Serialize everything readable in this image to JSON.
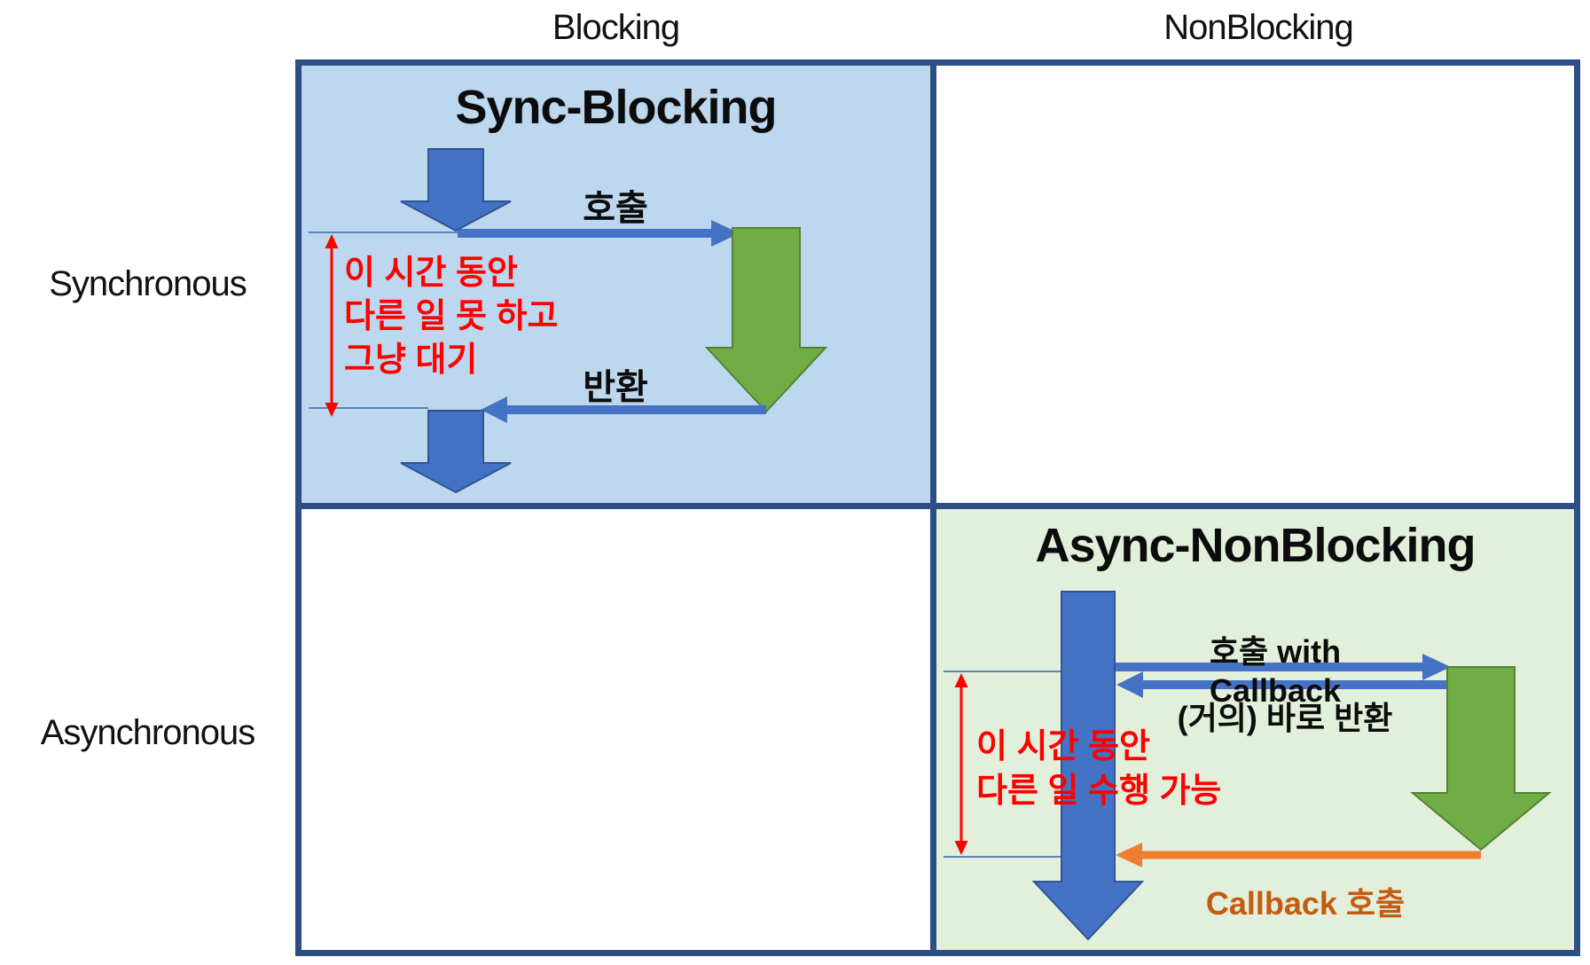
{
  "matrix": {
    "col_headers": [
      {
        "label": "Blocking"
      },
      {
        "label": "NonBlocking"
      }
    ],
    "row_headers": [
      {
        "label": "Synchronous"
      },
      {
        "label": "Asynchronous"
      }
    ]
  },
  "sync_blocking": {
    "title": "Sync-Blocking",
    "call_label": "호출",
    "return_label": "반환",
    "note_line1": "이 시간 동안",
    "note_line2": "다른 일 못 하고",
    "note_line3": "그냥 대기"
  },
  "async_nonblocking": {
    "title": "Async-NonBlocking",
    "call_label": "호출 with Callback",
    "return_label": "(거의) 바로 반환",
    "note_line1": "이 시간 동안",
    "note_line2": "다른 일 수행 가능",
    "callback_label": "Callback 호출"
  },
  "colors": {
    "cell_blue_bg": "#BDD7EE",
    "cell_green_bg": "#E2EFDA",
    "grid_border": "#2C4E85",
    "arrow_blue": "#4472C4",
    "arrow_blue_border": "#2F5597",
    "arrow_green": "#70AD47",
    "arrow_green_border": "#548235",
    "arrow_orange": "#ED7D31",
    "callback_text": "#C55A11",
    "note_red": "#FF0000"
  }
}
